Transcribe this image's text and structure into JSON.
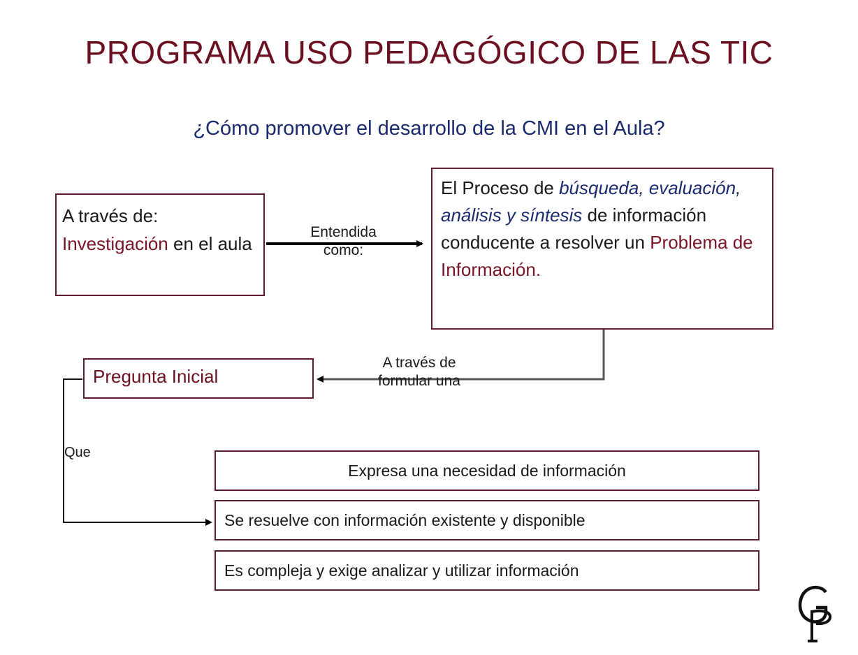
{
  "title": "PROGRAMA USO PEDAGÓGICO  DE LAS TIC",
  "subtitle": "¿Cómo promover el desarrollo de la CMI en el Aula?",
  "via_box": {
    "prefix": "A través de:",
    "highlight": "Investigación",
    "rest": " en el aula"
  },
  "understood_label": {
    "line1": "Entendida",
    "line2": "como:"
  },
  "process_box": {
    "part1": "El Proceso de ",
    "italic": "búsqueda, evaluación, análisis y síntesis",
    "part2": " de información conducente a resolver un ",
    "highlight": "Problema de Información."
  },
  "formulate_label": {
    "line1": "A través de",
    "line2": "formular una"
  },
  "question_box": "Pregunta Inicial",
  "que_label": "Que",
  "criteria": [
    "Expresa una necesidad de información",
    "Se resuelve con información existente y disponible",
    "Es compleja y exige analizar  y utilizar información"
  ],
  "logo": "GP",
  "colors": {
    "title": "#6b1020",
    "subtitle": "#1b2a6e",
    "box_border": "#5e1a33"
  }
}
